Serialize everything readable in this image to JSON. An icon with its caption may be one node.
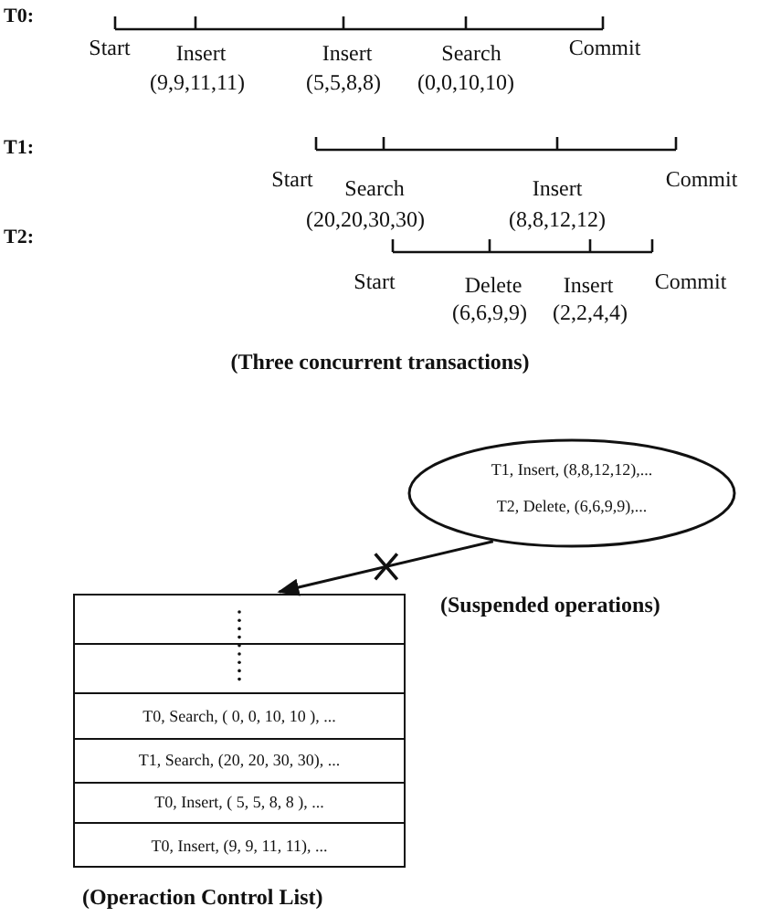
{
  "diagram": {
    "nodes": [
      {
        "text": [
          "T1, Insert, (8,8,12,12),...",
          "T2, Delete, (6,6,9,9),..."
        ],
        "beside": [
          "(Suspended operations)"
        ]
      },
      {
        "text": [],
        "shape": "box",
        "beside": [
          "(Operaction Control List)"
        ]
      },
      {
        "text": [],
        "shape": "box",
        "in": 1
      },
      {
        "text": [],
        "shape": "box",
        "in": 1
      },
      {
        "text": [
          "T0, Search, ( 0, 0,  10, 10 ), ..."
        ],
        "in": 1
      },
      {
        "text": [
          "T1, Search, (20, 20, 30, 30), ..."
        ],
        "in": 1
      },
      {
        "text": [
          "T0, Insert, ( 5, 5, 8, 8 ), ..."
        ],
        "in": 1
      },
      {
        "text": [
          "T0, Insert, (9, 9, 11, 11), ..."
        ],
        "in": 1
      }
    ],
    "edges": [
      {
        "from": 0,
        "to": 1,
        "arrow": "to"
      }
    ],
    "labels": [
      "T0:",
      "Start",
      "Insert",
      "Insert",
      "Search",
      "Commit",
      "(9,9,11,11)",
      "(5,5,8,8)",
      "(0,0,10,10)",
      "T1:",
      "Start",
      "Search",
      "Insert",
      "Commit",
      "(20,20,30,30)",
      "(8,8,12,12)",
      "T2:",
      "Start",
      "Delete",
      "Insert",
      "Commit",
      "(6,6,9,9)",
      "(2,2,4,4)",
      "(Three concurrent transactions)"
    ]
  }
}
